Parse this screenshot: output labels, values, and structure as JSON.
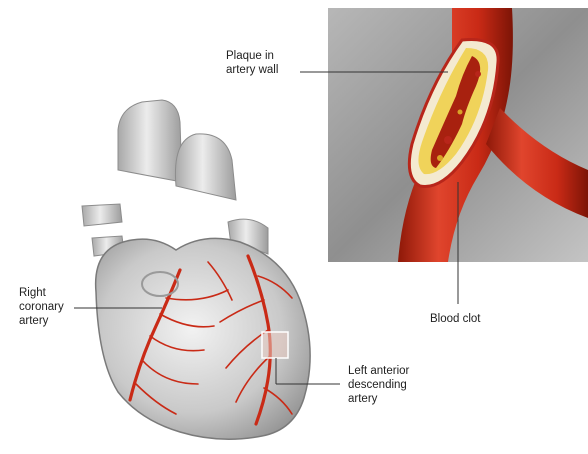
{
  "labels": {
    "plaque": [
      "Plaque in",
      "artery wall"
    ],
    "right_coronary": [
      "Right",
      "coronary",
      "artery"
    ],
    "blood_clot": [
      "Blood clot"
    ],
    "left_anterior_descending": [
      "Left anterior",
      "descending",
      "artery"
    ]
  },
  "colors": {
    "artery": "#c92a16",
    "artery_dark": "#8e1808",
    "plaque": "#f0d35a",
    "heart": "#c7c7c7",
    "inset_background": "#9a9a9a"
  }
}
